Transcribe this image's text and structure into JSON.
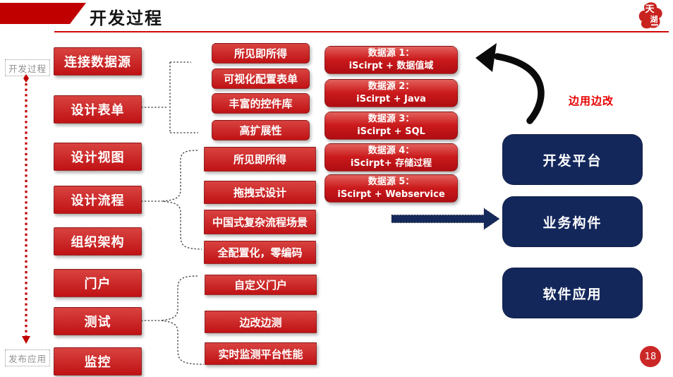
{
  "header": {
    "title": "开发过程"
  },
  "logo": {
    "char1": "天",
    "char2": "湖"
  },
  "timeline": {
    "start_label": "开发过程",
    "end_label": "发布应用"
  },
  "steps": [
    "连接数据源",
    "设计表单",
    "设计视图",
    "设计流程",
    "组织架构",
    "门户",
    "测试",
    "监控"
  ],
  "features": {
    "form": [
      "所见即所得",
      "可视化配置表单",
      "丰富的控件库",
      "高扩展性"
    ],
    "flow": [
      "所见即所得",
      "拖拽式设计",
      "中国式复杂流程场景",
      "全配置化，零编码"
    ],
    "test": [
      "自定义门户",
      "边改边测",
      "实时监测平台性能"
    ]
  },
  "data_sources": [
    {
      "title": "数据源 1：",
      "subtitle": "iScirpt + 数据值域"
    },
    {
      "title": "数据源 2：",
      "subtitle": "iScirpt + Java"
    },
    {
      "title": "数据源 3：",
      "subtitle": "iScirpt + SQL"
    },
    {
      "title": "数据源 4：",
      "subtitle": "iScirpt+ 存储过程"
    },
    {
      "title": "数据源 5：",
      "subtitle": "iScirpt + Webservice"
    }
  ],
  "outputs": [
    "开发平台",
    "业务构件",
    "软件应用"
  ],
  "annotations": {
    "iterate_label": "边用边改"
  },
  "page_number": "18",
  "colors": {
    "accent_red": "#c00000",
    "button_red": "#c81a1c",
    "navy": "#13275b",
    "label_gray": "#8f8f8f"
  }
}
